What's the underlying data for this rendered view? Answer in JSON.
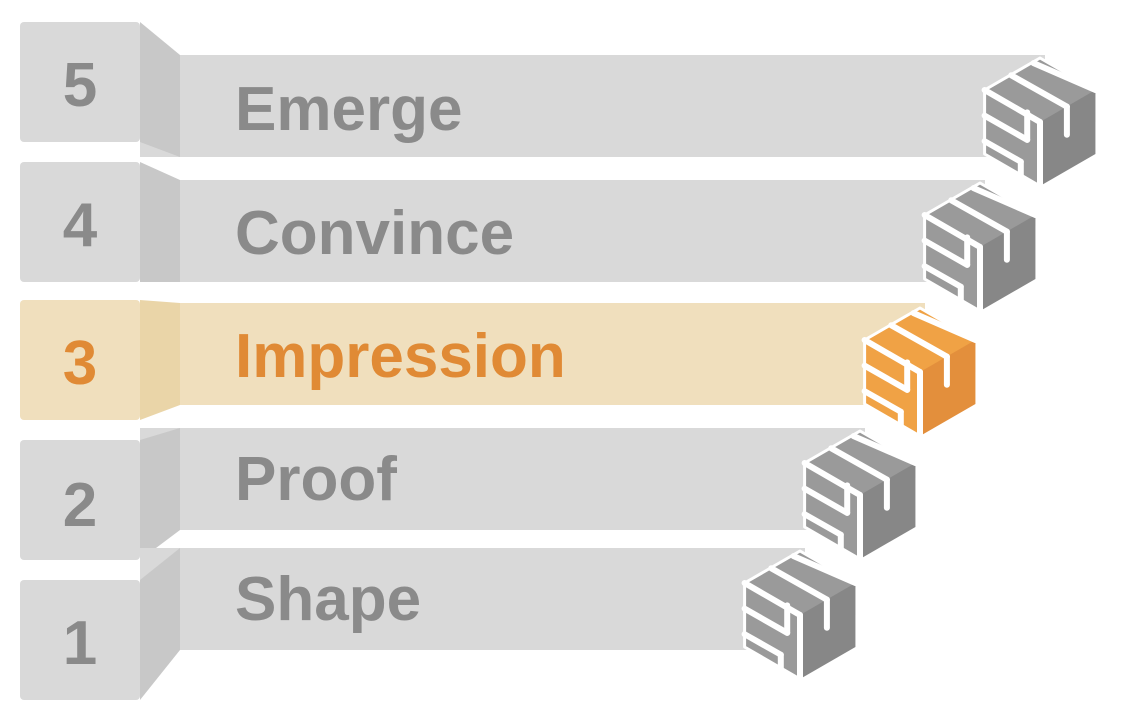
{
  "colors": {
    "gray_panel": "#d9d9d9",
    "gray_shade": "#cfcfcf",
    "gray_dark_panel": "#c8c8c8",
    "gray_text": "#8a8a8a",
    "gray_icon": "#9a9a9a",
    "gray_icon_dark": "#878787",
    "highlight_panel": "#f0dfbd",
    "highlight_shade": "#ead5a8",
    "highlight_text": "#e08a35",
    "highlight_icon": "#f0a245",
    "highlight_icon_dark": "#e38f3c",
    "icon_line": "#ffffff"
  },
  "steps": [
    {
      "number": "5",
      "label": "Emerge",
      "highlighted": false,
      "icon": "stairs-icon"
    },
    {
      "number": "4",
      "label": "Convince",
      "highlighted": false,
      "icon": "stairs-icon"
    },
    {
      "number": "3",
      "label": "Impression",
      "highlighted": true,
      "icon": "stairs-icon"
    },
    {
      "number": "2",
      "label": "Proof",
      "highlighted": false,
      "icon": "stairs-icon"
    },
    {
      "number": "1",
      "label": "Shape",
      "highlighted": false,
      "icon": "stairs-icon"
    }
  ]
}
